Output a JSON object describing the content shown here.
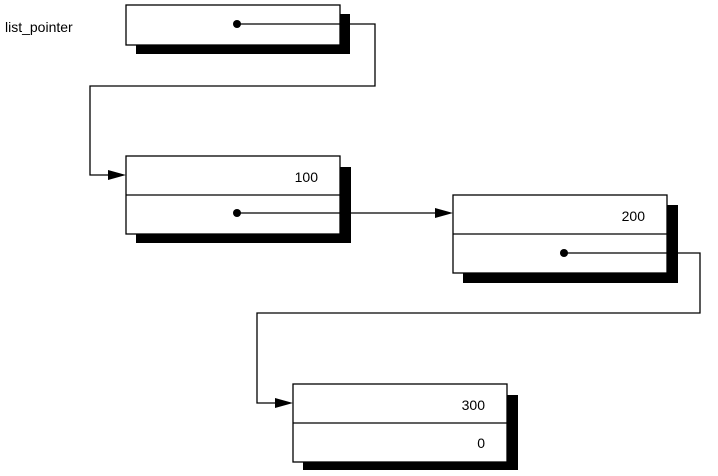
{
  "head_label": "list_pointer",
  "nodes": [
    {
      "value": "100"
    },
    {
      "value": "200"
    },
    {
      "value": "300",
      "next_value": "0"
    }
  ]
}
